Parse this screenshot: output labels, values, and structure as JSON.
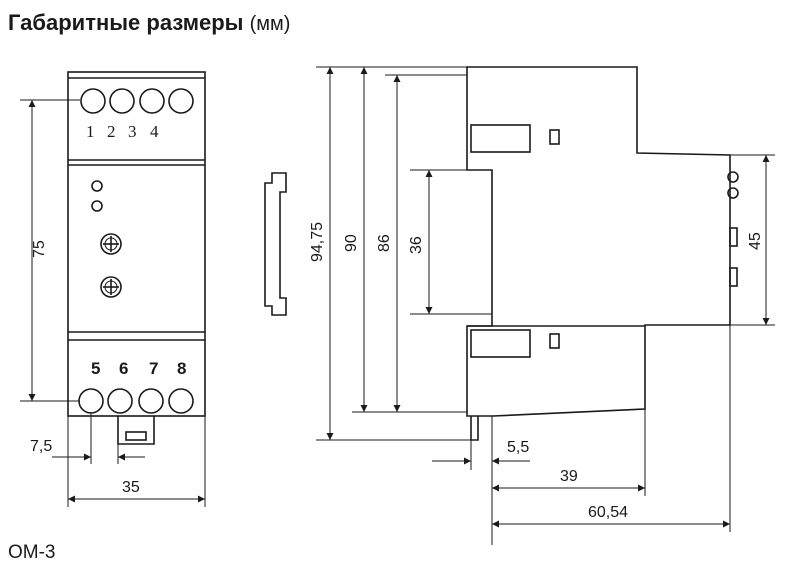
{
  "header": {
    "title_bold": "Габаритные размеры",
    "title_unit": "(мм)"
  },
  "model": "ОМ-3",
  "front_view": {
    "top_terminals": [
      "1",
      "2",
      "3",
      "4"
    ],
    "bottom_terminals": [
      "5",
      "6",
      "7",
      "8"
    ],
    "dimensions": {
      "height": "75",
      "offset": "7,5",
      "width": "35"
    }
  },
  "side_view": {
    "dimensions": {
      "total_height": "94,75",
      "h90": "90",
      "h86": "86",
      "h36": "36",
      "h45": "45",
      "d5_5": "5,5",
      "d39": "39",
      "d60_54": "60,54"
    }
  }
}
